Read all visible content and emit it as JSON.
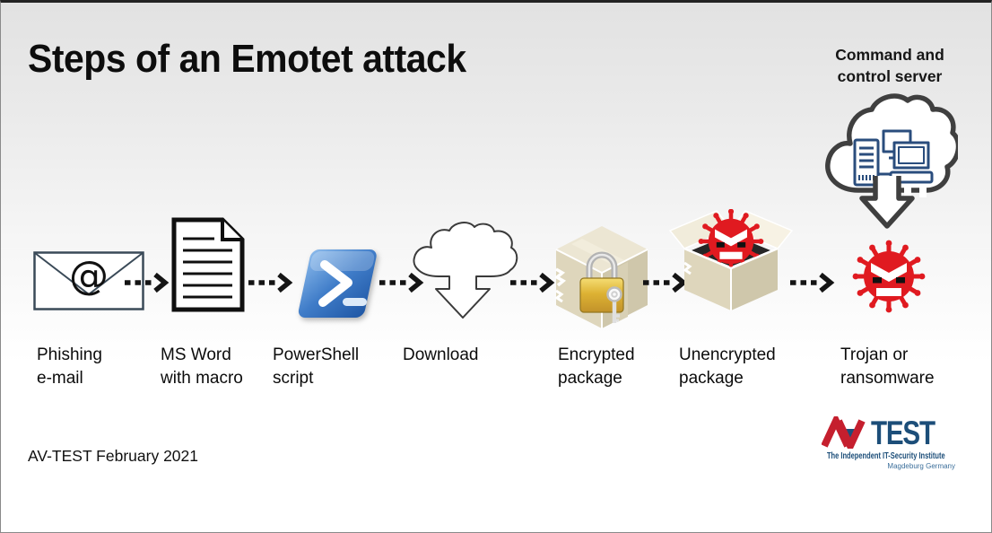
{
  "title": "Steps of an Emotet attack",
  "command_control": {
    "line1": "Command and",
    "line2": "control server"
  },
  "steps": [
    {
      "id": "phishing-email",
      "icon": "envelope-at-icon",
      "line1": "Phishing",
      "line2": "e-mail"
    },
    {
      "id": "ms-word-macro",
      "icon": "document-icon",
      "line1": "MS Word",
      "line2": "with macro"
    },
    {
      "id": "powershell-script",
      "icon": "powershell-icon",
      "line1": "PowerShell",
      "line2": "script"
    },
    {
      "id": "download",
      "icon": "cloud-download-icon",
      "line1": "Download",
      "line2": ""
    },
    {
      "id": "encrypted-package",
      "icon": "locked-parcel-icon",
      "line1": "Encrypted",
      "line2": "package"
    },
    {
      "id": "unencrypted-package",
      "icon": "open-parcel-virus-icon",
      "line1": "Unencrypted",
      "line2": "package"
    },
    {
      "id": "trojan-ransomware",
      "icon": "virus-icon",
      "line1": "Trojan or",
      "line2": "ransomware"
    }
  ],
  "icons": {
    "at_symbol": "@"
  },
  "footer": {
    "caption": "AV-TEST February 2021"
  },
  "logo": {
    "test": "TEST",
    "tagline": "The Independent IT-Security Institute",
    "location": "Magdeburg Germany"
  },
  "colors": {
    "virus_red": "#e01a20",
    "powershell_blue": "#2f6cc0",
    "box_beige": "#ddd5bb",
    "padlock_gold": "#d9ad2e",
    "icon_navy": "#2a4d7d",
    "cloud_gray": "#3f3f3f",
    "logo_red": "#c51f2e",
    "logo_navy": "#1c4e79"
  }
}
